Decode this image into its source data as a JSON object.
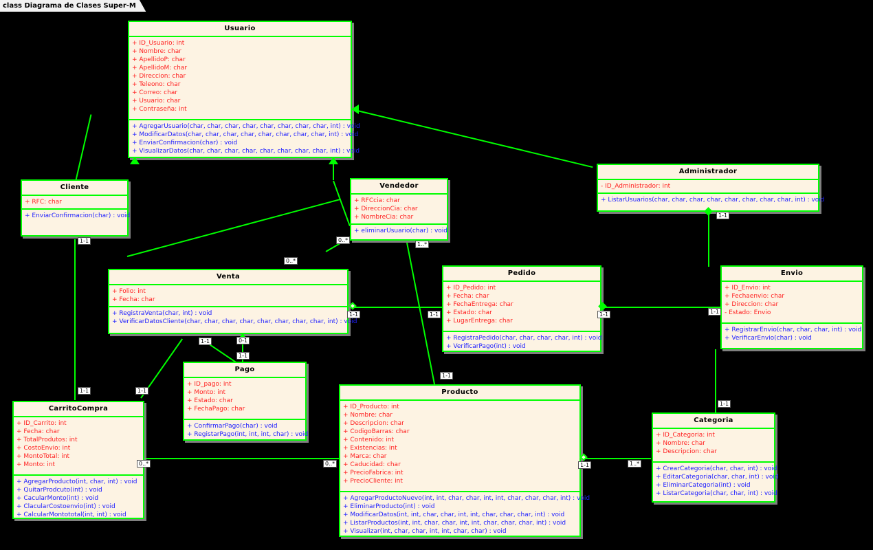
{
  "diagram": {
    "tab_label": "class Diagrama de Clases Super-M",
    "accent_color": "#00ff00",
    "class_fill": "#fdf3e3",
    "attribute_color": "#ff2020",
    "operation_color": "#2020ff",
    "background": "#000000"
  },
  "classes": {
    "usuario": {
      "name": "Usuario",
      "attributes": [
        "+   ID_Usuario:  int",
        "+   Nombre:  char",
        "+   ApellidoP:  char",
        "+   ApellidoM:  char",
        "+   Direccion:  char",
        "+   Teleono:  char",
        "+   Correo:  char",
        "+   Usuario:  char",
        "+   Contraseña:  int"
      ],
      "operations": [
        "+   AgregarUsuario(char, char, char, char, char, char, char, char, int) : void",
        "+   ModificarDatos(char, char, char, char, char, char, char, char, int) : void",
        "+   EnviarConfirmacion(char) : void",
        "+   VisualizarDatos(char, char, char, char, char, char, char, char, int) : void"
      ]
    },
    "cliente": {
      "name": "Cliente",
      "attributes": [
        "+   RFC:  char"
      ],
      "operations": [
        "+   EnviarConfirmacion(char) : void"
      ]
    },
    "vendedor": {
      "name": "Vendedor",
      "attributes": [
        "+   RFCcia:  char",
        "+   DireccionCia:  char",
        "+   NombreCia:  char"
      ],
      "operations": [
        "+   eliminarUsuario(char) : void"
      ]
    },
    "administrador": {
      "name": "Administrador",
      "attributes": [
        "-    ID_Administrador:  int"
      ],
      "operations": [
        "+   ListarUsuarios(char, char, char, char, char, char, char, char, int) : void"
      ]
    },
    "venta": {
      "name": "Venta",
      "attributes": [
        "+   Folio:  int",
        "+   Fecha:  char"
      ],
      "operations": [
        "+   RegistraVenta(char, int) : void",
        "+   VerificarDatosCliente(char, char, char, char, char, char, char, char, int) : void"
      ]
    },
    "pedido": {
      "name": "Pedido",
      "attributes": [
        "+   ID_Pedido:  int",
        "+   Fecha:  char",
        "+   FechaEntrega:  char",
        "+   Estado:  char",
        "+   LugarEntrega:  char"
      ],
      "operations": [
        "+   RegistraPedido(char, char, char, char, int) : void",
        "+   VerificarPago(int) : void"
      ]
    },
    "envio": {
      "name": "Envio",
      "attributes": [
        "+   ID_Envio:  int",
        "+   Fechaenvio:  char",
        "+   Direccion:  char",
        "-    Estado:  Envio"
      ],
      "operations": [
        "+   RegistrarEnvio(char, char, char, int) : void",
        "+   VerificarEnvio(char) : void"
      ]
    },
    "pago": {
      "name": "Pago",
      "attributes": [
        "+   ID_pago:  int",
        "+   Monto:  int",
        "+   Estado:  char",
        "+   FechaPago:  char"
      ],
      "operations": [
        "+   ConfirmarPago(char) : void",
        "+   RegistarPago(int, int, int, char) : void"
      ]
    },
    "carritocompra": {
      "name": "CarritoCompra",
      "attributes": [
        "+   ID_Carrito:  int",
        "+   Fecha:  char",
        "+   TotalProdutos:  int",
        "+   CostoEnvio:  int",
        "+   MontoTotal:  int",
        "+   Monto:  int"
      ],
      "operations": [
        "+   AgregarProducto(int, char, int) : void",
        "+   QuitarProdcuto(int) : void",
        "+   CacularMonto(int) : void",
        "+   ClacularCostoenvio(int) : void",
        "+   CalcularMontototal(int, int) : void"
      ]
    },
    "producto": {
      "name": "Producto",
      "attributes": [
        "+   ID_Producto:  int",
        "+   Nombre:  char",
        "+   Descripcion:  char",
        "+   CodigoBarras:  char",
        "+   Contenido:  int",
        "+   Existencias:  int",
        "+   Marca:  char",
        "+   Caducidad:  char",
        "+   PrecioFabrica:  int",
        "+   PrecioCliente:  int"
      ],
      "operations": [
        "+   AgregarProductoNuevo(int, int, char, char, int, int, char, char, char, int) : void",
        "+   EliminarProducto(int) : void",
        "+   ModificarDatos(int, int, char, char, int, int, char, char, char, int) : void",
        "+   ListarProductos(int, int, char, char, int, int, char, char, char, int) : void",
        "+   Visualizar(int, char, char, int, int, char, char) : void"
      ]
    },
    "categoria": {
      "name": "Categoria",
      "attributes": [
        "+   ID_Categoria:  int",
        "+   Nombre:  char",
        "+   Descripcion:  char"
      ],
      "operations": [
        "+   CrearCategoria(char, char, int) : void",
        "+   EditarCategoria(char, char, int) : void",
        "+   EliminarCategoria(int) : void",
        "+   ListarCategoria(char, char, int) : void"
      ]
    }
  },
  "multiplicities": {
    "cliente_venta_top": "1-1",
    "cliente_carrito": "1-1",
    "vendedor_venta": "0..*",
    "vendedor_left": "0..*",
    "vendedor_producto": "1..*",
    "administrador_envio": "1-1",
    "venta_pago_left": "1-1",
    "venta_pago_right": "0-1",
    "pago_top": "1-1",
    "venta_right": "1-1",
    "pedido_left": "1-1",
    "pedido_right": "1-1",
    "producto_top": "1-1",
    "carrito_right": "0..*",
    "producto_left": "0..*",
    "producto_categoria": "1-1",
    "categoria_left": "1..*",
    "categoria_top": "1-1",
    "venta_carrito": "1-1"
  }
}
